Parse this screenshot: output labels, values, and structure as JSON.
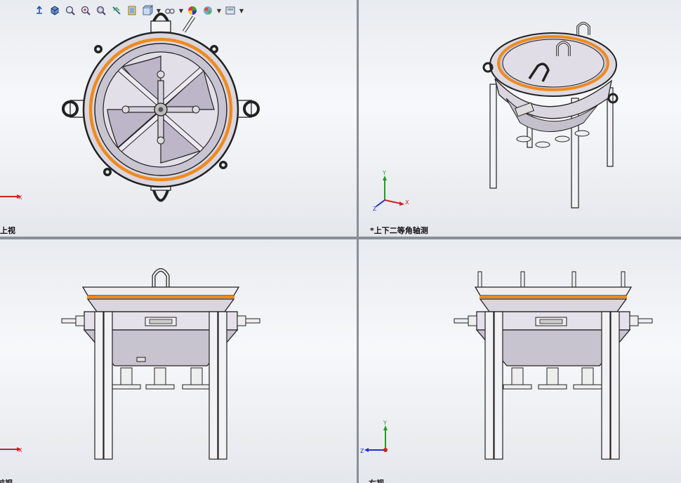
{
  "viewports": {
    "top_left": {
      "label": "上视"
    },
    "top_right": {
      "label": "*上下二等角轴测"
    },
    "bottom_left": {
      "label": "前视"
    },
    "bottom_right": {
      "label": "右视"
    }
  },
  "triad": {
    "x": "X",
    "y": "Y",
    "z": "Z"
  },
  "toolbar": {
    "icons": [
      "view-orientation-icon",
      "cube-view-icon",
      "zoom-to-fit-icon",
      "zoom-area-icon",
      "zoom-in-out-icon",
      "section-view-icon",
      "display-style-icon",
      "view-cube-icon",
      "hide-show-icon",
      "edit-appearance-icon",
      "apply-scene-icon",
      "view-settings-icon"
    ]
  },
  "colors": {
    "accent_orange": "#f08a1c",
    "triad_x": "#d42020",
    "triad_y": "#20a020",
    "triad_z": "#2030c8"
  }
}
